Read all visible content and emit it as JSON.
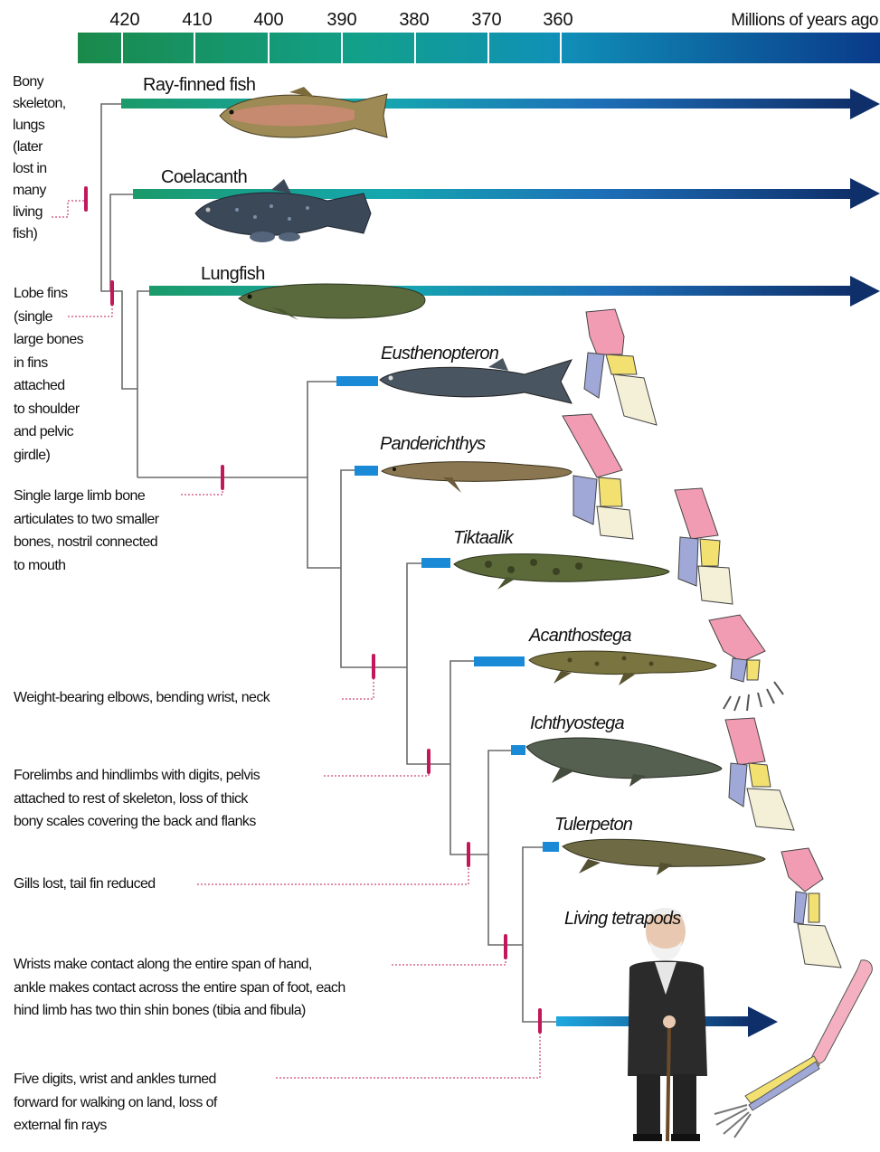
{
  "timescale": {
    "ticks": [
      "420",
      "410",
      "400",
      "390",
      "380",
      "370",
      "360"
    ],
    "unit_label": "Millions of years ago"
  },
  "taxa": [
    {
      "name": "Ray-finned fish",
      "italic": false
    },
    {
      "name": "Coelacanth",
      "italic": false
    },
    {
      "name": "Lungfish",
      "italic": false
    },
    {
      "name": "Eusthenopteron",
      "italic": true
    },
    {
      "name": "Panderichthys",
      "italic": true
    },
    {
      "name": "Tiktaalik",
      "italic": true
    },
    {
      "name": "Acanthostega",
      "italic": true
    },
    {
      "name": "Ichthyostega",
      "italic": true
    },
    {
      "name": "Tulerpeton",
      "italic": true
    },
    {
      "name": "Living tetrapods",
      "italic": true
    }
  ],
  "traits": {
    "bony_skeleton_lungs": [
      "Bony",
      "skeleton,",
      "lungs",
      "(later",
      "lost in",
      "many",
      "living",
      "fish)"
    ],
    "lobe_fins": [
      "Lobe fins",
      "(single",
      "large bones",
      "in fins",
      "attached",
      "to shoulder",
      "and pelvic",
      "girdle)"
    ],
    "single_large_limb_bone": [
      "Single large limb bone",
      "articulates to two smaller",
      "bones, nostril connected",
      "to mouth"
    ],
    "weight_bearing_elbows": [
      "Weight-bearing elbows, bending wrist, neck"
    ],
    "forelimbs_hindlimbs_digits": [
      "Forelimbs and hindlimbs with digits, pelvis",
      "attached to rest of skeleton, loss of thick",
      "bony scales covering the back and flanks"
    ],
    "gills_lost": [
      "Gills lost, tail fin reduced"
    ],
    "wrists_contact": [
      "Wrists make contact along the entire span of hand,",
      "ankle makes contact across the entire span of foot, each",
      "hind limb has two thin shin bones (tibia and fibula)"
    ],
    "five_digits": [
      "Five digits, wrist and ankles turned",
      "forward for walking on land, loss of",
      "external fin rays"
    ]
  },
  "colors": {
    "timescale_start": "#1a8a4a",
    "timescale_end": "#0a3a8a",
    "lineage_start": "#1b9a6a",
    "lineage_end": "#0f2f6a",
    "fossil_bar": "#1b8ad6",
    "tree_line": "#666666",
    "trait_mark": "#c2185b",
    "leader": "#c2185b"
  },
  "icons": [
    "trout-illustration",
    "coelacanth-illustration",
    "lungfish-illustration",
    "eusthenopteron-illustration",
    "panderichthys-illustration",
    "tiktaalik-illustration",
    "acanthostega-illustration",
    "ichthyostega-illustration",
    "tulerpeton-illustration",
    "elderly-man-illustration",
    "limb-bone-diagram"
  ]
}
